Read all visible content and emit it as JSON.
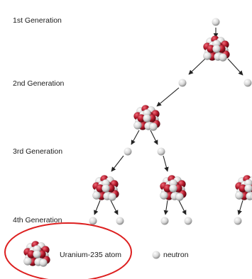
{
  "generation_labels": [
    "1st Generation",
    "2nd Generation",
    "3rd Generation",
    "4th Generation"
  ],
  "legend": {
    "atom_label": "Uranium-235 atom",
    "neutron_label": "neutron"
  },
  "colors": {
    "nucleus_red": "#b3182a",
    "nucleus_white": "#e6e6e6",
    "neutron": "#d9d9d9",
    "arrow": "#222222",
    "highlight_ellipse": "#dd1f1f"
  },
  "icons": [
    "uranium-235-atom-icon",
    "neutron-icon",
    "arrow-icon"
  ]
}
